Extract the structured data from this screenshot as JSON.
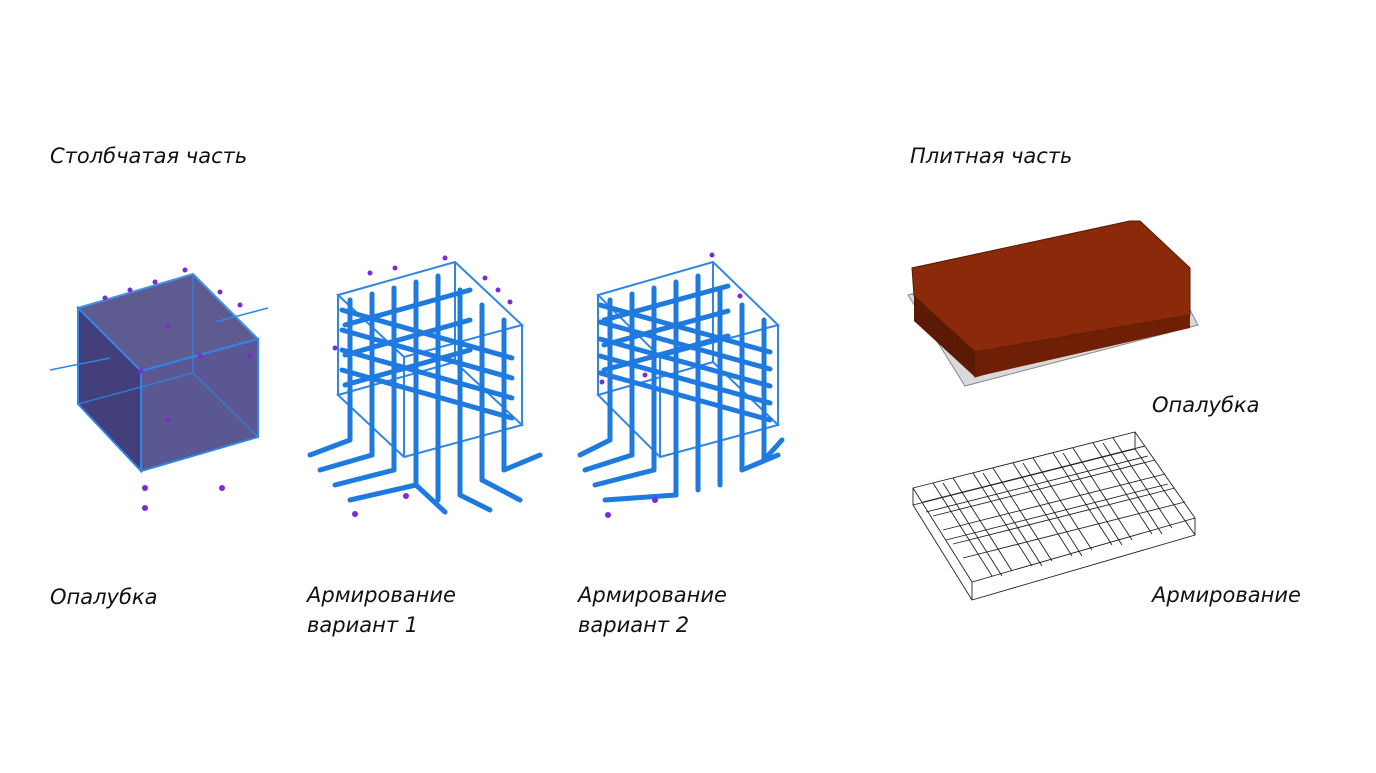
{
  "labels": {
    "column_part": "Столбчатая часть",
    "slab_part": "Плитная часть",
    "column_formwork": "Опалубка",
    "reinf_v1_line1": "Армирование",
    "reinf_v1_line2": "вариант 1",
    "reinf_v2_line1": "Армирование",
    "reinf_v2_line2": "вариант 2",
    "slab_formwork": "Опалубка",
    "slab_reinforcement": "Армирование"
  },
  "colors": {
    "cube_fill": "#4d4a86",
    "cube_edge": "#2f86e6",
    "rebar": "#1f7ae0",
    "marker": "#7a2bd6",
    "slab_top": "#8a2a0a",
    "slab_side": "#6e1f06",
    "slab_base": "#d9d9d9",
    "mesh": "#222222"
  }
}
